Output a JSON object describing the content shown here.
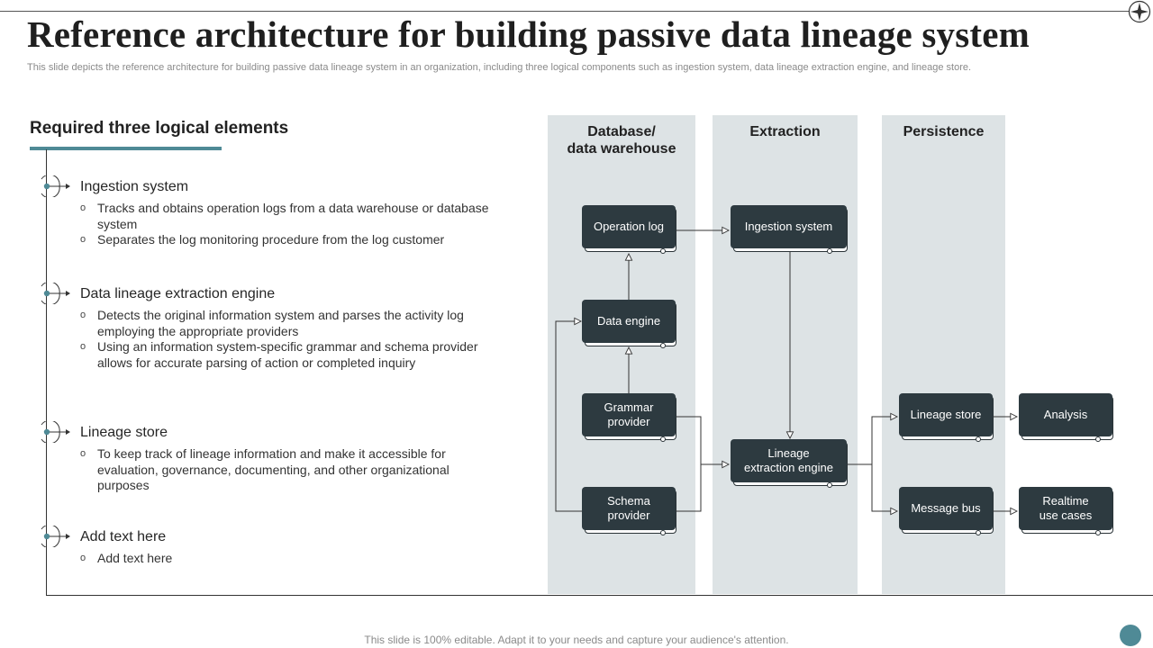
{
  "title": "Reference architecture for building passive data lineage system",
  "subtitle": "This slide depicts the reference architecture for building passive data lineage system in an organization, including three logical components such as ingestion system, data lineage extraction engine, and lineage store.",
  "left": {
    "heading": "Required three logical elements",
    "items": [
      {
        "title": "Ingestion system",
        "bullets": [
          "Tracks and obtains operation logs from a data warehouse or database system",
          "Separates the log monitoring procedure from the log customer"
        ]
      },
      {
        "title": "Data lineage extraction engine",
        "bullets": [
          "Detects the original information system and parses the activity log employing the appropriate providers",
          "Using an information system-specific grammar and schema provider allows for accurate parsing of action or completed inquiry"
        ]
      },
      {
        "title": "Lineage store",
        "bullets": [
          "To keep track of lineage information and make it accessible for evaluation, governance, documenting, and other organizational purposes"
        ]
      },
      {
        "title": "Add text here",
        "bullets": [
          "Add text here"
        ]
      }
    ],
    "bullet_glyph": "o"
  },
  "diagram": {
    "columns": [
      {
        "line1": "Database/",
        "line2": "data warehouse"
      },
      {
        "line1": "Extraction",
        "line2": ""
      },
      {
        "line1": "Persistence",
        "line2": ""
      }
    ],
    "nodes": {
      "operation_log": "Operation log",
      "data_engine": "Data engine",
      "grammar_provider": "Grammar provider",
      "schema_provider": "Schema provider",
      "ingestion_system": "Ingestion system",
      "lineage_extraction_engine": "Lineage extraction engine",
      "lineage_store": "Lineage store",
      "message_bus": "Message bus",
      "analysis": "Analysis",
      "realtime_use_cases": "Realtime use cases"
    },
    "edges": [
      [
        "data_engine",
        "operation_log"
      ],
      [
        "grammar_provider",
        "data_engine"
      ],
      [
        "schema_provider",
        "data_engine"
      ],
      [
        "operation_log",
        "ingestion_system"
      ],
      [
        "ingestion_system",
        "lineage_extraction_engine"
      ],
      [
        "grammar_provider",
        "lineage_extraction_engine"
      ],
      [
        "schema_provider",
        "lineage_extraction_engine"
      ],
      [
        "lineage_extraction_engine",
        "lineage_store"
      ],
      [
        "lineage_extraction_engine",
        "message_bus"
      ],
      [
        "lineage_store",
        "analysis"
      ],
      [
        "message_bus",
        "realtime_use_cases"
      ]
    ],
    "colors": {
      "column_bg": "#dde3e5",
      "node_fill": "#2d3a40",
      "accent": "#4f8a96"
    }
  },
  "footer": "This slide is 100% editable. Adapt it to your needs and capture your audience's attention."
}
